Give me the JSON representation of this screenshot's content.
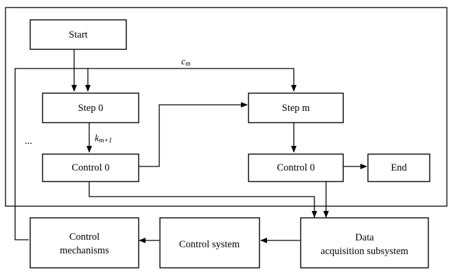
{
  "diagram": {
    "nodes": {
      "start": "Start",
      "step0": "Step 0",
      "control0_left": "Control 0",
      "stepm": "Step m",
      "control0_right": "Control 0",
      "end": "End",
      "control_mechanisms": [
        "Control",
        "mechanisms"
      ],
      "control_system": "Control system",
      "data_acquisition": [
        "Data",
        "acquisition subsystem"
      ]
    },
    "annotations": {
      "c_m_base": "c",
      "c_m_sub": "m",
      "k_base": "k",
      "k_sub": "m+1",
      "ellipsis": "..."
    }
  }
}
